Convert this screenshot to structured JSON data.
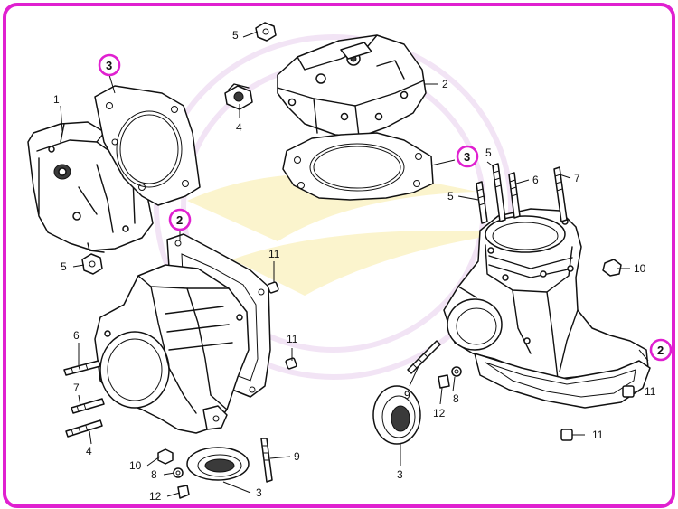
{
  "callouts": {
    "c1": "1",
    "c2a": "2",
    "c2b": "2",
    "c2c": "2",
    "c3a": "3",
    "c3b": "3",
    "c3c": "3",
    "c3d": "3",
    "c4a": "4",
    "c4b": "4",
    "c5a": "5",
    "c5b": "5",
    "c5c": "5",
    "c5d": "5",
    "c6a": "6",
    "c6b": "6",
    "c7a": "7",
    "c7b": "7",
    "c8a": "8",
    "c8b": "8",
    "c9a": "9",
    "c9b": "9",
    "c10a": "10",
    "c10b": "10",
    "c11a": "11",
    "c11b": "11",
    "c11c": "11",
    "c11d": "11",
    "c12a": "12",
    "c12b": "12"
  },
  "colors": {
    "frame": "#e020d0",
    "highlight": "#e020d0",
    "ink": "#111111"
  },
  "highlighted_callouts": [
    "3",
    "2",
    "2",
    "3",
    "2"
  ]
}
